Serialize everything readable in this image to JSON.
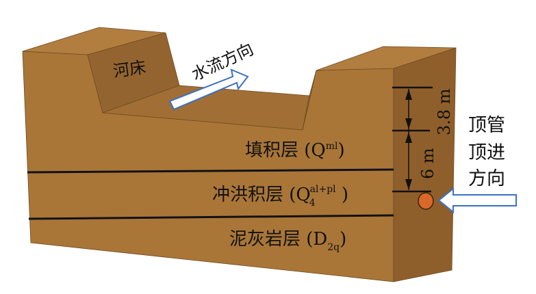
{
  "labels": {
    "riverbed": "河床",
    "flow_direction": "水流方向",
    "fill_layer": "填积层 (Q",
    "fill_layer_sup": "ml",
    "fill_layer_end": ")",
    "alluvial_layer": "冲洪积层 (Q",
    "alluvial_layer_sub": "4",
    "alluvial_layer_sup": "al+pl",
    "alluvial_layer_end": " )",
    "marl_layer": "泥灰岩层 (D",
    "marl_layer_sub": "2q",
    "marl_layer_end": ")",
    "dim_upper": "3.8 m",
    "dim_lower": "6 m",
    "jacking_line1": "顶管",
    "jacking_line2": "顶进",
    "jacking_line3": "方向"
  },
  "colors": {
    "front": "#a97638",
    "top": "#b27e40",
    "inner": "#946430",
    "side": "#8f5f2b",
    "pipe": "#d9682a",
    "arrow_outline": "#3a6fc4"
  }
}
